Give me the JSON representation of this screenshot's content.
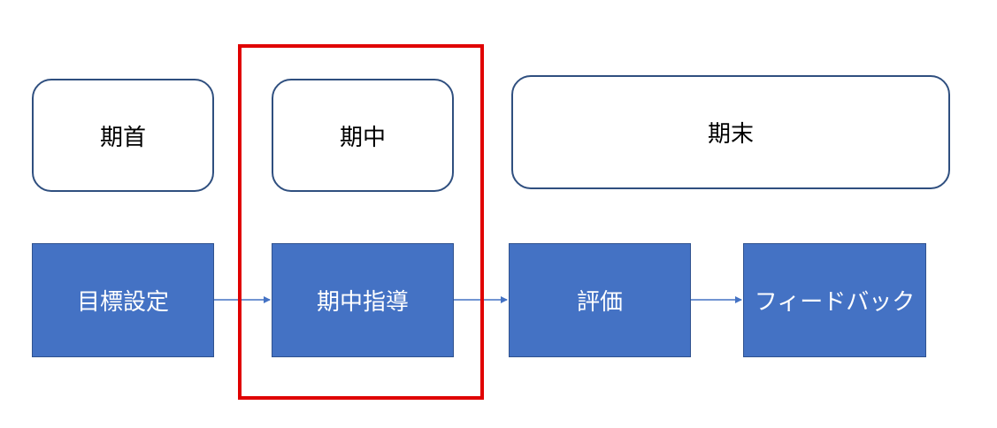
{
  "phases": {
    "start": "期首",
    "mid": "期中",
    "end": "期末"
  },
  "steps": {
    "goal_setting": "目標設定",
    "mid_term_coaching": "期中指導",
    "evaluation": "評価",
    "feedback": "フィードバック"
  },
  "colors": {
    "step_fill": "#4472c4",
    "step_text": "#ffffff",
    "phase_border": "#2f4f7f",
    "connector": "#4472c4",
    "highlight_border": "#e00000"
  }
}
